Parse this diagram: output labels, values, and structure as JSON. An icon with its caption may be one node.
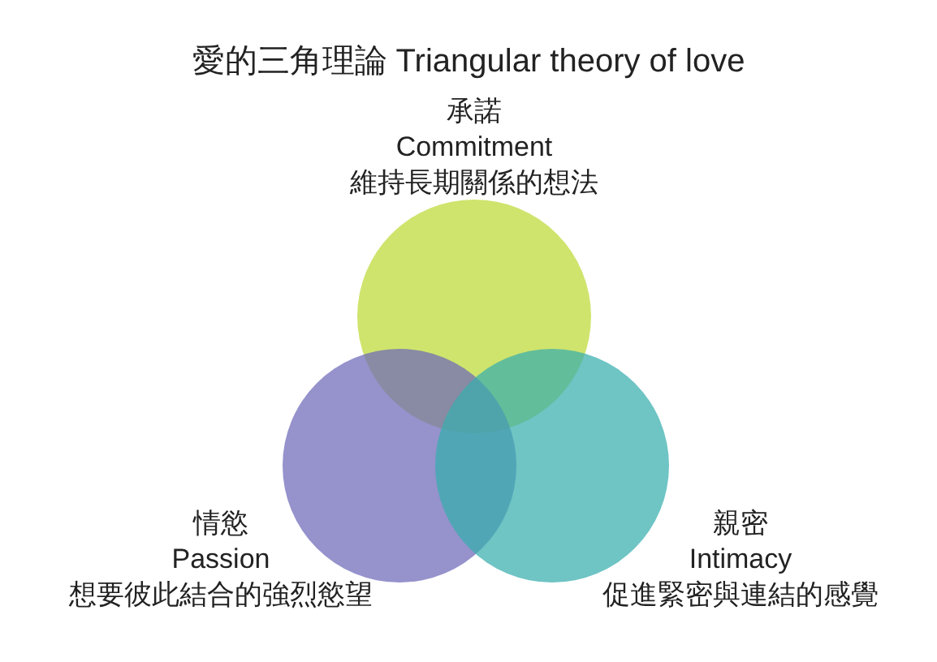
{
  "diagram": {
    "title": "愛的三角理論 Triangular theory of love",
    "nodes": [
      {
        "text": [],
        "shape": "circle",
        "beside": [
          "承諾",
          "Commitment",
          "維持長期關係的想法"
        ]
      },
      {
        "text": [],
        "shape": "circle",
        "beside": [
          "情慾",
          "Passion",
          "想要彼此結合的強烈慾望"
        ]
      },
      {
        "text": [],
        "shape": "circle",
        "beside": [
          "親密",
          "Intimacy",
          "促進緊密與連結的感覺"
        ]
      }
    ]
  }
}
